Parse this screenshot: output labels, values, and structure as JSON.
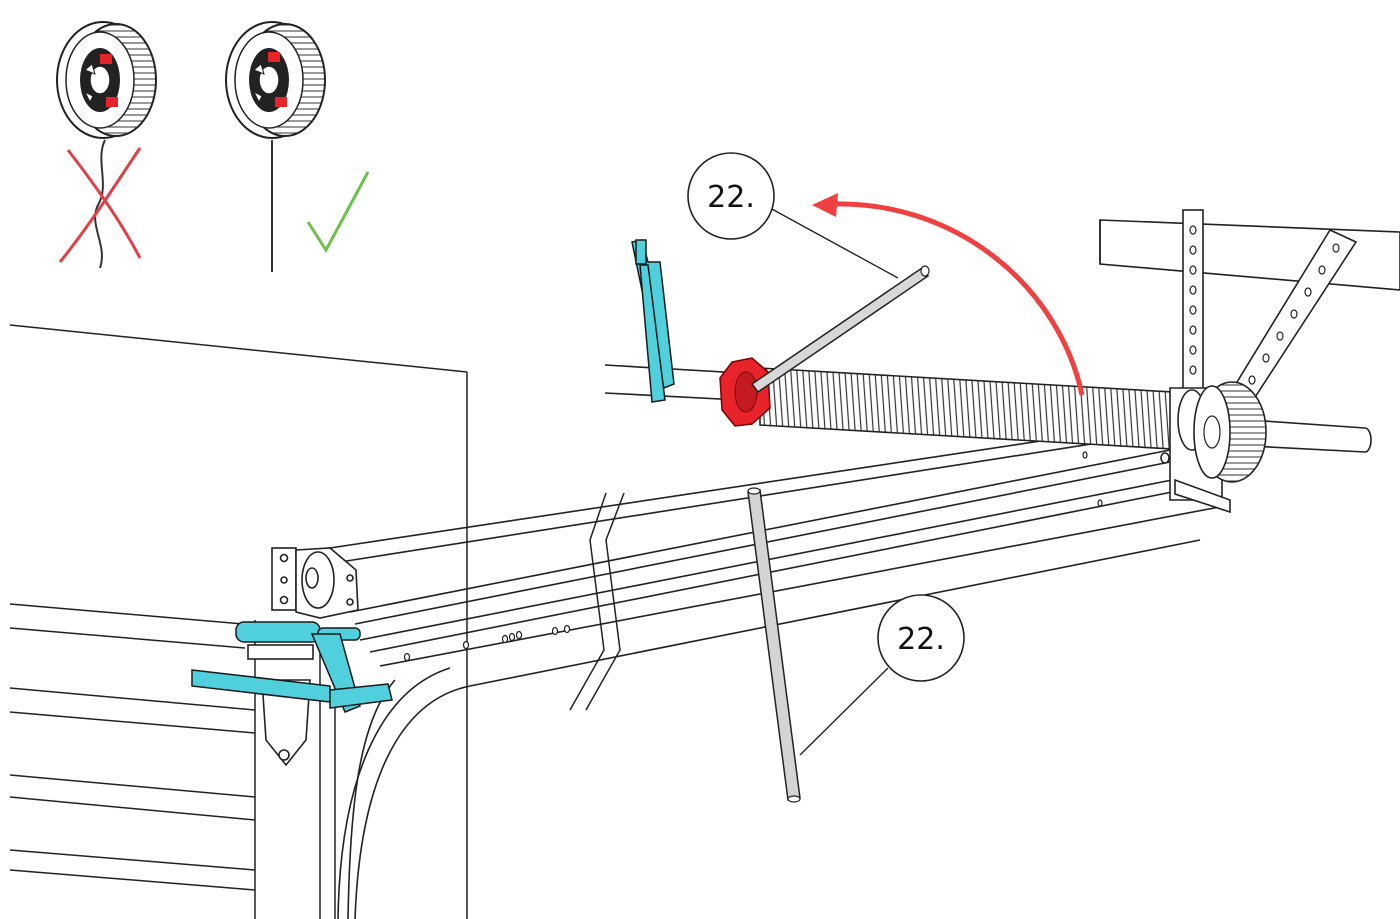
{
  "callouts": [
    {
      "id": "callout-top",
      "label": "22."
    },
    {
      "id": "callout-bottom",
      "label": "22."
    }
  ],
  "indicators": {
    "wrong": "cross-mark-icon",
    "correct": "check-mark-icon"
  },
  "colors": {
    "line": "#1a1a1a",
    "accent_red": "#e8232a",
    "accent_cyan": "#4fd0dc",
    "arrow_red": "#f04040",
    "check_green": "#6cc24a",
    "cross_red": "#e0404a",
    "rod_gray": "#cfcfcf"
  }
}
